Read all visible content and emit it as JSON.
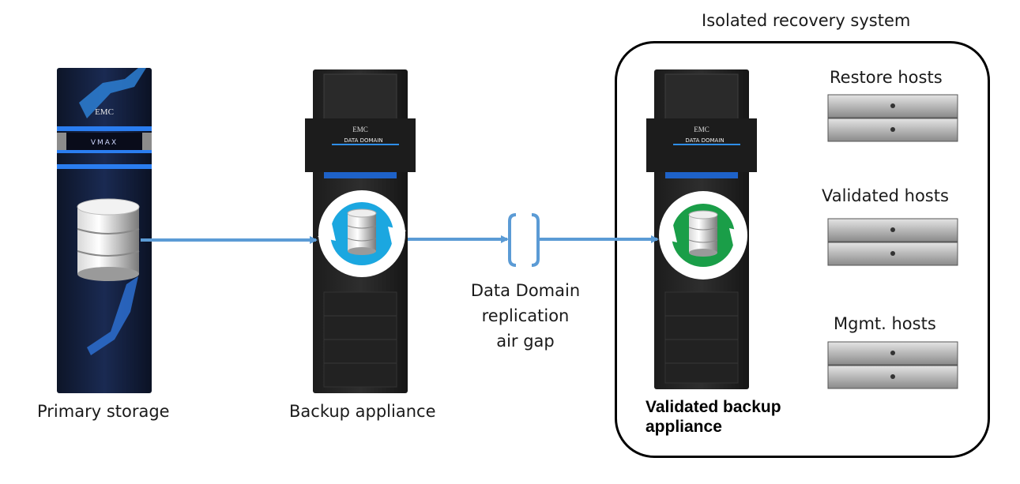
{
  "title": "Isolated recovery system",
  "nodes": {
    "primary_storage": {
      "label": "Primary storage",
      "brand": "EMC",
      "model": "VMAX"
    },
    "backup_appliance": {
      "label": "Backup appliance",
      "brand": "EMC",
      "model": "DATA DOMAIN"
    },
    "air_gap": {
      "label_lines": [
        "Data Domain",
        "replication",
        "air gap"
      ]
    },
    "validated_backup_appliance": {
      "label_lines": [
        "Validated backup",
        "appliance"
      ],
      "brand": "EMC",
      "model": "DATA DOMAIN"
    },
    "restore_hosts": {
      "label": "Restore hosts"
    },
    "validated_hosts": {
      "label": "Validated hosts"
    },
    "mgmt_hosts": {
      "label": "Mgmt. hosts"
    }
  },
  "colors": {
    "arrow": "#5b9bd5",
    "backup_disc": "#1ba7e0",
    "validated_disc": "#1a9e48",
    "box_border": "#000000"
  }
}
